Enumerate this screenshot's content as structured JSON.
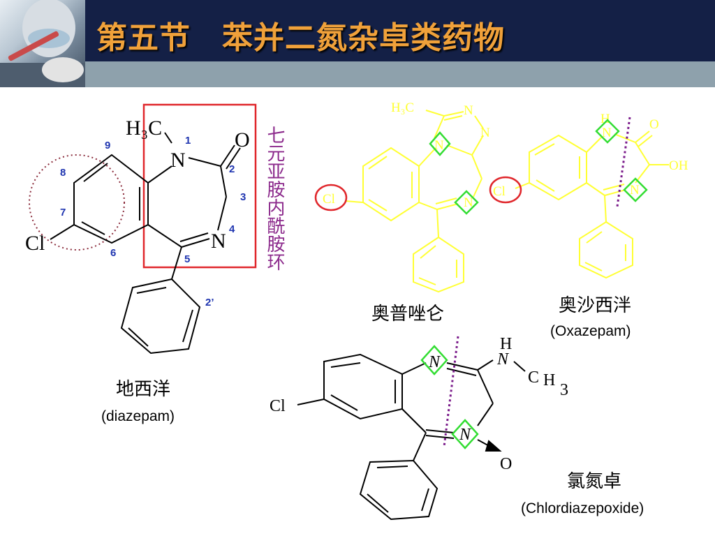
{
  "title": "第五节　苯并二氮杂卓类药物",
  "ring_note": "七元亚胺内酰胺环",
  "diazepam": {
    "name_cn": "地西洋",
    "name_en": "(diazepam)",
    "atoms": {
      "ch3": "H₃C",
      "n1": "N",
      "o": "O",
      "n4": "N",
      "cl": "Cl"
    },
    "numbers": [
      "1",
      "2",
      "3",
      "4",
      "5",
      "6",
      "7",
      "8",
      "9",
      "2’"
    ]
  },
  "alprazolam": {
    "name_cn": "奥普唑仑",
    "atoms": {
      "ch3": "H₃C",
      "n_a": "N",
      "n_b": "N",
      "n_c": "N",
      "n_d": "N",
      "cl": "Cl"
    }
  },
  "oxazepam": {
    "name_cn": "奥沙西泮",
    "name_en": "(Oxazepam)",
    "atoms": {
      "h": "H",
      "n1": "N",
      "o": "O",
      "oh": "OH",
      "n4": "N",
      "cl": "Cl"
    }
  },
  "chlordiazepoxide": {
    "name_cn": "氯氮卓",
    "name_en": "(Chlordiazepoxide)",
    "atoms": {
      "n1": "N",
      "h": "H",
      "nh": "N",
      "c": "C",
      "h2": "H",
      "three": "3",
      "n4": "N",
      "o": "O",
      "cl": "Cl"
    }
  },
  "colors": {
    "title_text": "#f0a13a",
    "title_bar": "#142046",
    "sub_bar": "#8ea1ac",
    "highlight_box": "#e0262b",
    "ring_number": "#1f35b0",
    "note_text": "#8c2a8c",
    "yellow_structure": "#ffff33",
    "green_marker": "#33dd33",
    "dotted_line": "#7a1a8a"
  }
}
